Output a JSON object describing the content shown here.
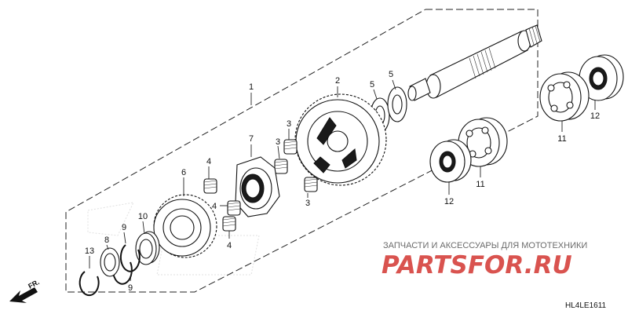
{
  "diagram_code": "HL4LE1611",
  "direction_marker": "FR.",
  "watermark": {
    "caption": "ЗАПЧАСТИ И АКСЕССУАРЫ ДЛЯ МОТОТЕХНИКИ",
    "logo": "PARTSFOR.RU",
    "logo_color": "#d9534f"
  },
  "callouts": {
    "c1": "1",
    "c2": "2",
    "c3a": "3",
    "c3b": "3",
    "c3c": "3",
    "c4a": "4",
    "c4b": "4",
    "c4c": "4",
    "c5a": "5",
    "c5b": "5",
    "c6": "6",
    "c7": "7",
    "c8": "8",
    "c9a": "9",
    "c9b": "9",
    "c10": "10",
    "c11a": "11",
    "c11b": "11",
    "c12a": "12",
    "c12b": "12",
    "c13": "13"
  },
  "parts": [
    {
      "ref": "1",
      "name": "shaft-assembly"
    },
    {
      "ref": "2",
      "name": "large-gear"
    },
    {
      "ref": "3",
      "name": "spring"
    },
    {
      "ref": "4",
      "name": "spring"
    },
    {
      "ref": "5",
      "name": "thrust-washer"
    },
    {
      "ref": "6",
      "name": "gear"
    },
    {
      "ref": "7",
      "name": "damper-hub"
    },
    {
      "ref": "8",
      "name": "washer"
    },
    {
      "ref": "9",
      "name": "snap-ring"
    },
    {
      "ref": "10",
      "name": "bushing"
    },
    {
      "ref": "11",
      "name": "bearing"
    },
    {
      "ref": "12",
      "name": "bearing"
    },
    {
      "ref": "13",
      "name": "circlip"
    }
  ]
}
